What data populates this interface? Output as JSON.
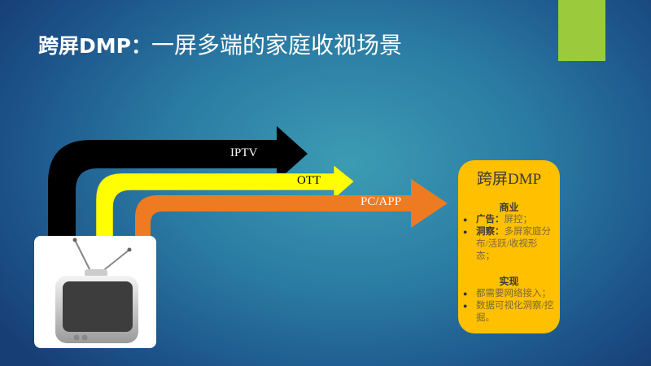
{
  "title": {
    "bold": "跨屏DMP：",
    "light": "一屏多端的家庭收视场景"
  },
  "arrows": [
    {
      "label": "IPTV",
      "color": "#000000"
    },
    {
      "label": "OTT",
      "color": "#ffff00"
    },
    {
      "label": "PC/APP",
      "color": "#ee7a22"
    }
  ],
  "dmp_box": {
    "title": "跨屏DMP",
    "business": {
      "heading": "商业",
      "items": [
        {
          "key": "广告：",
          "text": "屏控；"
        },
        {
          "key": "洞察：",
          "text": "多屏家庭分布/活跃/收视形态；"
        }
      ]
    },
    "implementation": {
      "heading": "实现",
      "items": [
        "都需要网络接入；",
        "数据可视化洞察/挖掘。"
      ]
    }
  },
  "colors": {
    "accent": "#9bcb3c",
    "box": "#ffc000"
  }
}
